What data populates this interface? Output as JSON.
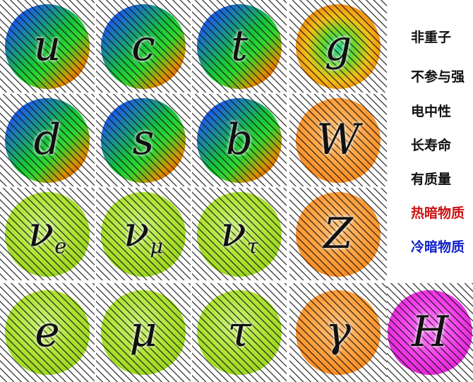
{
  "particles": [
    {
      "symbol": "u",
      "sub": "",
      "style": "q"
    },
    {
      "symbol": "c",
      "sub": "",
      "style": "q"
    },
    {
      "symbol": "t",
      "sub": "",
      "style": "q"
    },
    {
      "symbol": "g",
      "sub": "",
      "style": "glu"
    },
    {
      "symbol": "d",
      "sub": "",
      "style": "q"
    },
    {
      "symbol": "s",
      "sub": "",
      "style": "q"
    },
    {
      "symbol": "b",
      "sub": "",
      "style": "q"
    },
    {
      "symbol": "W",
      "sub": "",
      "style": "bos"
    },
    {
      "symbol": "ν",
      "sub": "e",
      "style": "lep"
    },
    {
      "symbol": "ν",
      "sub": "μ",
      "style": "lep"
    },
    {
      "symbol": "ν",
      "sub": "τ",
      "style": "lep"
    },
    {
      "symbol": "Z",
      "sub": "",
      "style": "bos"
    },
    {
      "symbol": "e",
      "sub": "",
      "style": "lep"
    },
    {
      "symbol": "μ",
      "sub": "",
      "style": "lep"
    },
    {
      "symbol": "τ",
      "sub": "",
      "style": "lep"
    },
    {
      "symbol": "γ",
      "sub": "",
      "style": "bos"
    },
    {
      "symbol": "H",
      "sub": "",
      "style": "hig"
    }
  ],
  "criteria": [
    {
      "text": "非重子",
      "color": "#111111"
    },
    {
      "text": "不参与强",
      "color": "#111111"
    },
    {
      "text": "电中性",
      "color": "#111111"
    },
    {
      "text": "长寿命",
      "color": "#111111"
    },
    {
      "text": "有质量",
      "color": "#111111"
    },
    {
      "text": "热暗物质",
      "color": "#cc1111"
    },
    {
      "text": "冷暗物质",
      "color": "#1020cc"
    }
  ]
}
